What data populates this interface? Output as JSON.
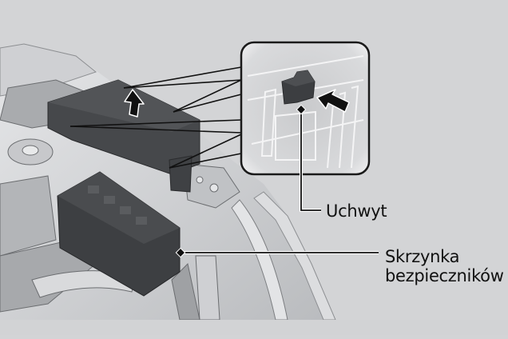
{
  "diagram": {
    "type": "engine-bay fuse box illustration",
    "background_color": "#d3d4d6",
    "callouts": [
      {
        "id": "uchwyt",
        "label": "Uchwyt",
        "pointer": "detail inset, latch tab"
      },
      {
        "id": "fuse_box",
        "label_line1": "Skrzynka",
        "label_line2": "bezpieczników",
        "pointer": "fuse box body"
      }
    ],
    "inset": {
      "name": "latch detail",
      "arrow": "press latch direction"
    },
    "main_arrow": {
      "name": "lift cover",
      "direction": "up"
    }
  }
}
